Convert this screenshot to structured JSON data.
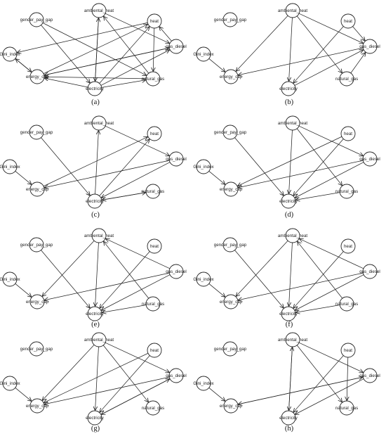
{
  "nodes": [
    {
      "id": "gender_pay_gap",
      "label": "gender_pay_gap"
    },
    {
      "id": "ambiental_heat",
      "label": "ambiental_heat"
    },
    {
      "id": "heat",
      "label": "heat"
    },
    {
      "id": "Gini_index",
      "label": "Gini_index"
    },
    {
      "id": "gas_diesel",
      "label": "gas_diesel"
    },
    {
      "id": "energy_cap",
      "label": "energy_cap"
    },
    {
      "id": "natural_gas",
      "label": "natural_gas"
    },
    {
      "id": "electricity",
      "label": "electricity"
    }
  ],
  "panels": [
    {
      "caption": "(a)",
      "edges": [
        [
          "gender_pay_gap",
          "natural_gas"
        ],
        [
          "gender_pay_gap",
          "electricity"
        ],
        [
          "heat",
          "Gini_index"
        ],
        [
          "Gini_index",
          "energy_cap"
        ],
        [
          "energy_cap",
          "Gini_index"
        ],
        [
          "energy_cap",
          "heat"
        ],
        [
          "energy_cap",
          "gas_diesel"
        ],
        [
          "gas_diesel",
          "energy_cap"
        ],
        [
          "natural_gas",
          "energy_cap"
        ],
        [
          "electricity",
          "energy_cap"
        ],
        [
          "ambiental_heat",
          "electricity"
        ],
        [
          "ambiental_heat",
          "gas_diesel"
        ],
        [
          "electricity",
          "ambiental_heat"
        ],
        [
          "electricity",
          "heat"
        ],
        [
          "electricity",
          "gas_diesel"
        ],
        [
          "electricity",
          "natural_gas"
        ],
        [
          "natural_gas",
          "ambiental_heat"
        ],
        [
          "gas_diesel",
          "heat"
        ],
        [
          "heat",
          "natural_gas"
        ]
      ]
    },
    {
      "caption": "(b)",
      "edges": [
        [
          "Gini_index",
          "energy_cap"
        ],
        [
          "ambiental_heat",
          "energy_cap"
        ],
        [
          "ambiental_heat",
          "electricity"
        ],
        [
          "ambiental_heat",
          "gas_diesel"
        ],
        [
          "ambiental_heat",
          "natural_gas"
        ],
        [
          "heat",
          "electricity"
        ],
        [
          "heat",
          "gas_diesel"
        ],
        [
          "gas_diesel",
          "energy_cap"
        ],
        [
          "natural_gas",
          "gas_diesel"
        ],
        [
          "electricity",
          "gas_diesel"
        ]
      ]
    },
    {
      "caption": "(c)",
      "edges": [
        [
          "gender_pay_gap",
          "electricity"
        ],
        [
          "Gini_index",
          "energy_cap"
        ],
        [
          "electricity",
          "ambiental_heat"
        ],
        [
          "ambiental_heat",
          "gas_diesel"
        ],
        [
          "energy_cap",
          "heat"
        ],
        [
          "gas_diesel",
          "energy_cap"
        ],
        [
          "electricity",
          "heat"
        ],
        [
          "gas_diesel",
          "electricity"
        ],
        [
          "natural_gas",
          "electricity"
        ],
        [
          "electricity",
          "natural_gas"
        ]
      ]
    },
    {
      "caption": "(d)",
      "edges": [
        [
          "gender_pay_gap",
          "electricity"
        ],
        [
          "Gini_index",
          "energy_cap"
        ],
        [
          "ambiental_heat",
          "electricity"
        ],
        [
          "ambiental_heat",
          "gas_diesel"
        ],
        [
          "ambiental_heat",
          "natural_gas"
        ],
        [
          "heat",
          "energy_cap"
        ],
        [
          "heat",
          "electricity"
        ],
        [
          "gas_diesel",
          "energy_cap"
        ],
        [
          "gas_diesel",
          "electricity"
        ],
        [
          "natural_gas",
          "electricity"
        ]
      ]
    },
    {
      "caption": "(e)",
      "edges": [
        [
          "gender_pay_gap",
          "electricity"
        ],
        [
          "Gini_index",
          "energy_cap"
        ],
        [
          "ambiental_heat",
          "electricity"
        ],
        [
          "ambiental_heat",
          "energy_cap"
        ],
        [
          "gas_diesel",
          "ambiental_heat"
        ],
        [
          "heat",
          "electricity"
        ],
        [
          "gas_diesel",
          "energy_cap"
        ],
        [
          "gas_diesel",
          "electricity"
        ],
        [
          "natural_gas",
          "electricity"
        ],
        [
          "natural_gas",
          "ambiental_heat"
        ]
      ]
    },
    {
      "caption": "(f)",
      "edges": [
        [
          "gender_pay_gap",
          "electricity"
        ],
        [
          "Gini_index",
          "energy_cap"
        ],
        [
          "ambiental_heat",
          "electricity"
        ],
        [
          "ambiental_heat",
          "energy_cap"
        ],
        [
          "gas_diesel",
          "ambiental_heat"
        ],
        [
          "heat",
          "electricity"
        ],
        [
          "gas_diesel",
          "energy_cap"
        ],
        [
          "gas_diesel",
          "electricity"
        ],
        [
          "natural_gas",
          "electricity"
        ],
        [
          "natural_gas",
          "ambiental_heat"
        ]
      ]
    },
    {
      "caption": "(g)",
      "edges": [
        [
          "Gini_index",
          "energy_cap"
        ],
        [
          "ambiental_heat",
          "electricity"
        ],
        [
          "ambiental_heat",
          "energy_cap"
        ],
        [
          "ambiental_heat",
          "gas_diesel"
        ],
        [
          "ambiental_heat",
          "natural_gas"
        ],
        [
          "heat",
          "energy_cap"
        ],
        [
          "heat",
          "electricity"
        ],
        [
          "gas_diesel",
          "energy_cap"
        ],
        [
          "gas_diesel",
          "electricity"
        ],
        [
          "electricity",
          "gas_diesel"
        ]
      ]
    },
    {
      "caption": "(h)",
      "edges": [
        [
          "Gini_index",
          "energy_cap"
        ],
        [
          "ambiental_heat",
          "electricity"
        ],
        [
          "ambiental_heat",
          "gas_diesel"
        ],
        [
          "ambiental_heat",
          "natural_gas"
        ],
        [
          "heat",
          "electricity"
        ],
        [
          "heat",
          "natural_gas"
        ],
        [
          "gas_diesel",
          "energy_cap"
        ],
        [
          "gas_diesel",
          "electricity"
        ],
        [
          "energy_cap",
          "gas_diesel"
        ],
        [
          "electricity",
          "ambiental_heat"
        ]
      ]
    }
  ]
}
